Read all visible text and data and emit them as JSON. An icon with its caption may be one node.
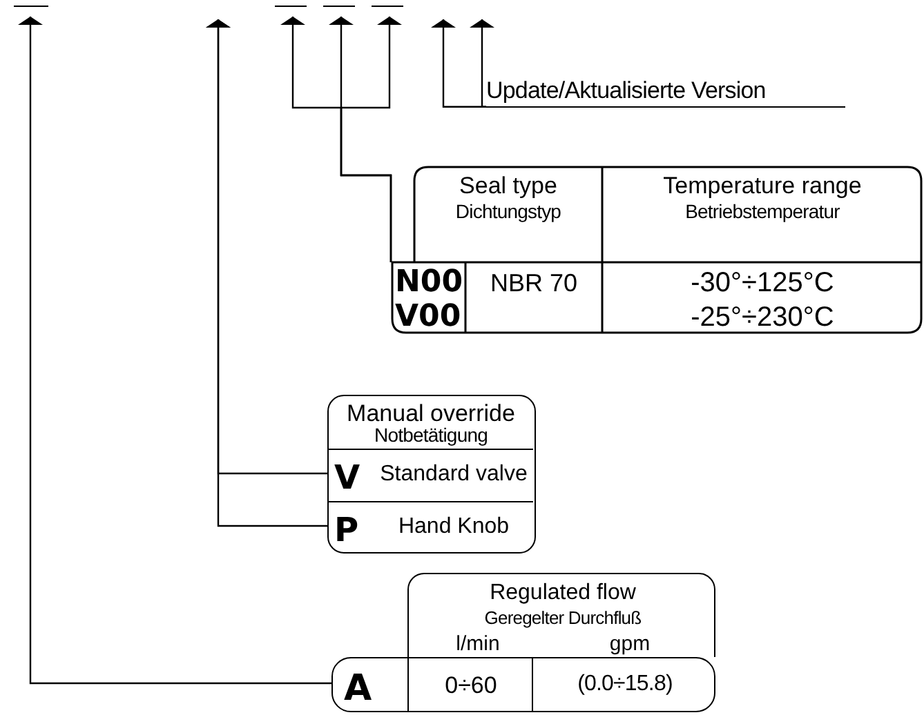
{
  "diagram": {
    "nodes": [
      {
        "text": [],
        "shape": "bar"
      },
      {
        "text": [],
        "shape": "bar"
      },
      {
        "text": [],
        "shape": "bar"
      },
      {
        "text": [],
        "shape": "bar"
      },
      {
        "text": [
          "Update/Aktualisierte Version"
        ]
      },
      {
        "text": [],
        "shape": "box"
      },
      {
        "text": [
          "Manual override",
          "Notbetätigung"
        ]
      },
      {
        "text": [
          "V",
          "Standard valve"
        ],
        "in": 6
      },
      {
        "text": [
          "P",
          "Hand Knob"
        ],
        "in": 6
      },
      {
        "text": [
          "Regulated flow",
          "Geregelter Durchfluß",
          "l/min",
          "gpm"
        ]
      },
      {
        "text": [
          "A",
          "0÷60",
          "(0.0÷15.8)"
        ]
      }
    ],
    "edges": [
      {
        "from": 10,
        "to": 0,
        "arrow": "to"
      },
      {
        "from": 7,
        "to": null,
        "arrow": "to"
      },
      {
        "from": 8,
        "to": null,
        "arrow": "to"
      },
      {
        "from": 5,
        "to": 1,
        "arrow": "to"
      },
      {
        "from": 5,
        "to": 2,
        "arrow": "to"
      },
      {
        "from": 5,
        "to": 3,
        "arrow": "to"
      },
      {
        "from": 4,
        "to": null,
        "arrow": "to"
      },
      {
        "from": 4,
        "to": null,
        "arrow": "to"
      }
    ],
    "labels": [
      "Seal type",
      "Dichtungstyp",
      "Temperature range",
      "Betriebstemperatur",
      "N00",
      "NBR 70",
      "-30°÷125°C",
      "V00",
      "-25°÷230°C"
    ]
  }
}
